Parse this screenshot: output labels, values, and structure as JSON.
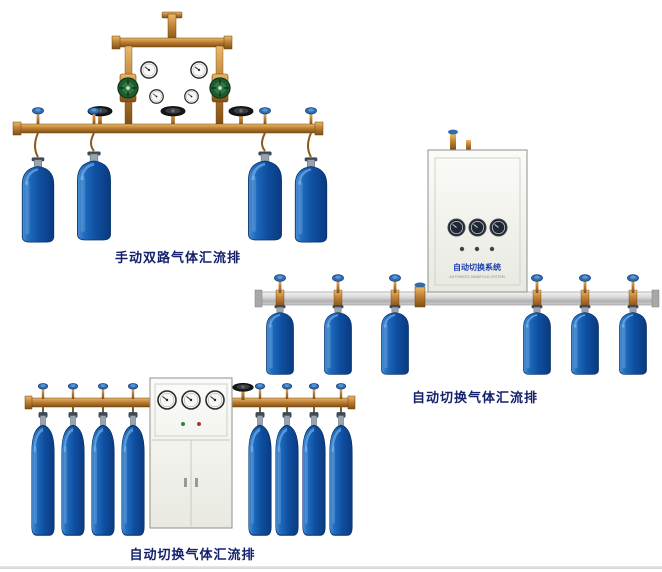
{
  "sections": {
    "manual_dual": {
      "caption": "手动双路气体汇流排",
      "cylinder_count": 4
    },
    "auto_wall": {
      "caption": "自动切换气体汇流排",
      "cylinder_count": 6,
      "cabinet": {
        "panel_text": "自动切换系统",
        "panel_subtext": "AUTOMATIC MANIFOLD SYSTEM"
      }
    },
    "auto_floor": {
      "caption": "自动切换气体汇流排",
      "cylinder_count": 8
    }
  },
  "colors": {
    "caption_text": "#15226b",
    "cylinder_blue": "#1563b8",
    "brass": "#c08136",
    "rail_silver": "#c9c9c9",
    "panel_text_blue": "#1d3fae"
  }
}
